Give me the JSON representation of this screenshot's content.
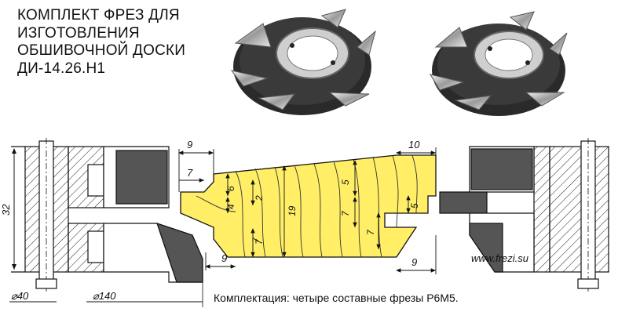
{
  "title_lines": [
    "КОМПЛЕКТ ФРЕЗ ДЛЯ",
    "ИЗГОТОВЛЕНИЯ",
    "ОБШИВОЧНОЙ ДОСКИ",
    "ДИ-14.26.Н1"
  ],
  "website": "www.frezi.su",
  "caption": "Комплектация: четыре составные фрезы Р6М5.",
  "dimensions": {
    "height_32": "32",
    "bore_40": "⌀40",
    "outer_140": "⌀140",
    "top_left_9": "9",
    "top_right_10": "10",
    "left_7": "7",
    "depth_6": "6",
    "depth_4": "4",
    "depth_2": "2",
    "depth_7_a": "7",
    "depth_7_b": "7",
    "thickness_19": "19",
    "right_5_a": "5",
    "right_5_b": "5",
    "right_7_a": "7",
    "right_7_b": "7",
    "bottom_left_9": "9",
    "bottom_right_9": "9"
  },
  "colors": {
    "wood": "#ffee66",
    "steel_dark": "#4a4a4a",
    "steel_light": "#d8d8d8"
  }
}
